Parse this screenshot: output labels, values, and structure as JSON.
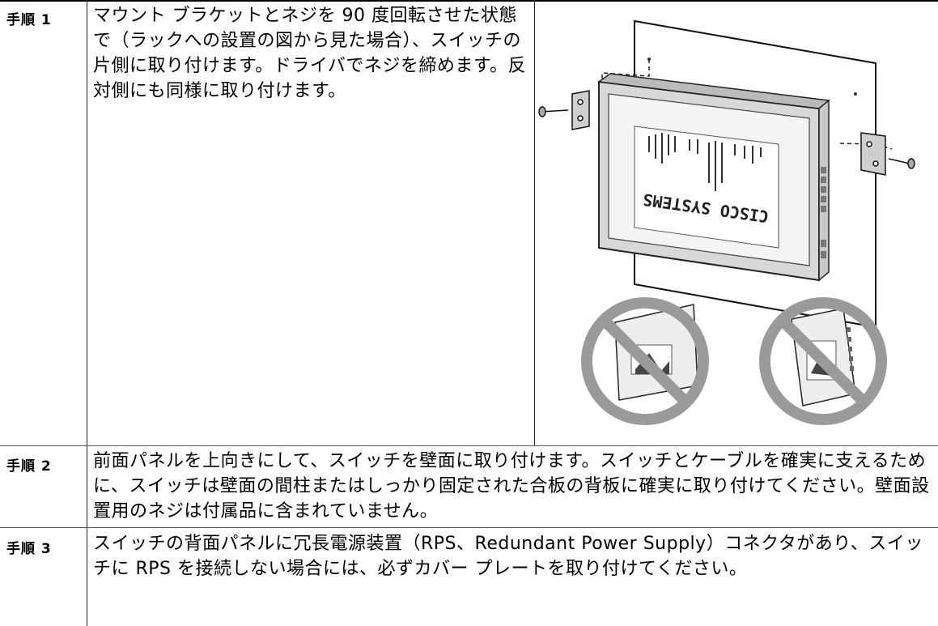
{
  "steps": [
    {
      "label": "手順 1",
      "text": "マウント ブラケットとネジを 90 度回転させた状態で（ラックへの設置の図から見た場合）、スイッチの片側に取り付けます。ドライバでネジを締めます。反対側にも同様に取り付けます。"
    },
    {
      "label": "手順 2",
      "text": "前面パネルを上向きにして、スイッチを壁面に取り付けます。スイッチとケーブルを確実に支えるために、スイッチは壁面の間柱またはしっかり固定された合板の背板に確実に取り付けてください。壁面設置用のネジは付属品に含まれていません。"
    },
    {
      "label": "手順 3",
      "text": "スイッチの背面パネルに冗長電源装置（RPS、Redundant Power Supply）コネクタがあり、スイッチに RPS を接続しない場合には、必ずカバー プレートを取り付けてください。"
    }
  ],
  "figure": {
    "logo_text": "CISCO SYSTEMS",
    "prohibited_count": 2
  },
  "colors": {
    "rule": "#000000",
    "prohibit_ring": "#9a9a9a",
    "device_body": "#f4f4f4"
  }
}
